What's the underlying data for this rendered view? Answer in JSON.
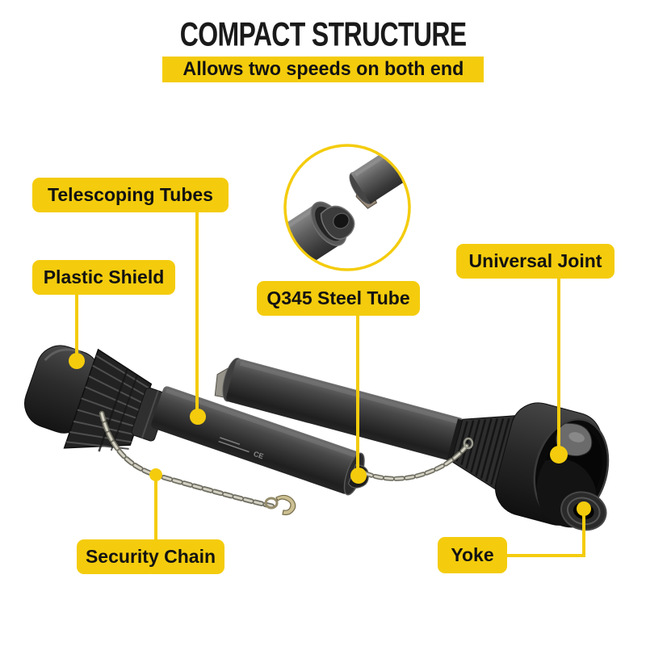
{
  "header": {
    "title": "COMPACT STRUCTURE",
    "subtitle": "Allows two speeds on both end"
  },
  "labels": {
    "telescoping_tubes": "Telescoping Tubes",
    "plastic_shield": "Plastic Shield",
    "q345_steel_tube": "Q345 Steel Tube",
    "universal_joint": "Universal Joint",
    "security_chain": "Security Chain",
    "yoke": "Yoke"
  },
  "product": {
    "shaft_marking": "CE"
  },
  "colors": {
    "accent_yellow": "#F4CC0D",
    "title_black": "#1a1a1a",
    "label_text": "#121212",
    "background": "#ffffff"
  }
}
